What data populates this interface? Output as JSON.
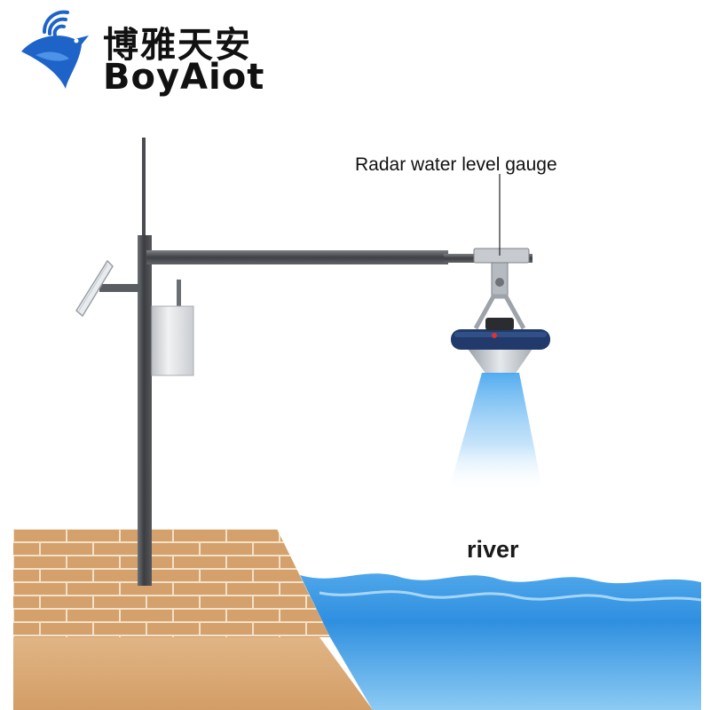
{
  "brand": {
    "name_cn": "博雅天安",
    "name_en": "BoyAiot",
    "logo_icon": "bird-with-signal-icon",
    "colors": {
      "primary": "#1E64C8",
      "text": "#111111"
    }
  },
  "labels": {
    "gauge": "Radar water level gauge",
    "water": "river"
  },
  "colors": {
    "pole": "#4A4C50",
    "brick": "#D4A06B",
    "mortar": "#F3E1C8",
    "ground": "#D8A570",
    "water": "#2C8FE0",
    "water_light": "#A8D8F6",
    "gauge_ring": "#213A6B",
    "gauge_cone": "#C8CDD3",
    "radar_beam": "#5FB4F0"
  }
}
